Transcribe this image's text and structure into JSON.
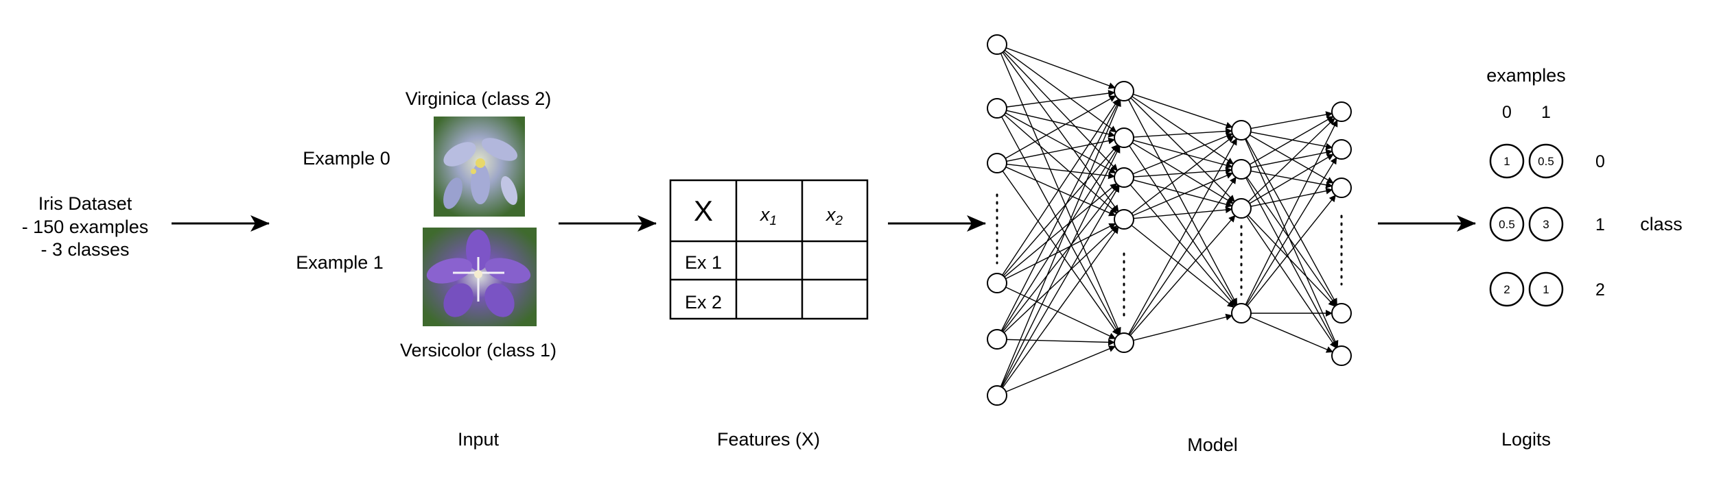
{
  "dataset": {
    "title": "Iris Dataset",
    "line1": "- 150 examples",
    "line2": "- 3 classes"
  },
  "input": {
    "example0_label": "Example 0",
    "example1_label": "Example 1",
    "top_caption": "Virginica (class 2)",
    "bottom_caption": "Versicolor (class 1)",
    "section_label": "Input",
    "flower_colors": {
      "virginica": "#a9aed8",
      "versicolor": "#7d55c7",
      "foliage": "#3f6a2e"
    }
  },
  "features": {
    "corner": "X",
    "col1": "x",
    "col1_sub": "1",
    "col2": "x",
    "col2_sub": "2",
    "row1": "Ex 1",
    "row2": "Ex 2",
    "section_label": "Features (X)"
  },
  "model": {
    "section_label": "Model",
    "layer_sizes": [
      7,
      6,
      5,
      6
    ]
  },
  "logits": {
    "examples_label": "examples",
    "col_headers": [
      "0",
      "1"
    ],
    "row_headers": [
      "0",
      "1",
      "2"
    ],
    "class_label": "class",
    "values": [
      [
        "1",
        "0.5"
      ],
      [
        "0.5",
        "3"
      ],
      [
        "2",
        "1"
      ]
    ],
    "section_label": "Logits"
  }
}
